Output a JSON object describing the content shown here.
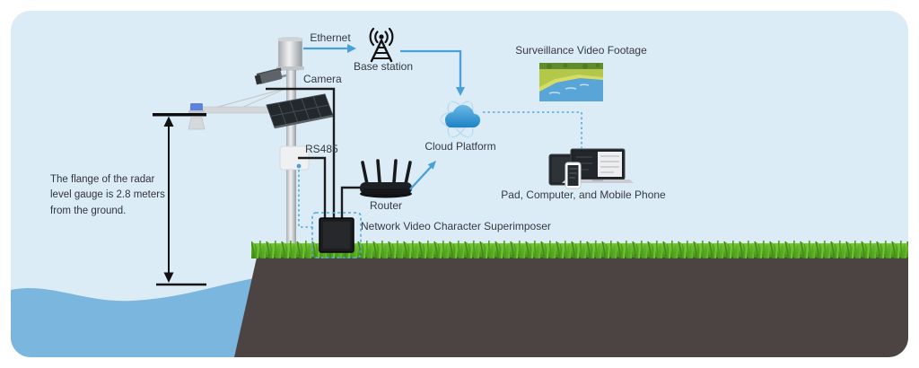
{
  "diagram": {
    "type": "system-architecture-illustration",
    "note": "The flange of the radar level gauge is 2.8 meters from the ground.",
    "labels": {
      "ethernet": "Ethernet",
      "base_station": "Base station",
      "camera": "Camera",
      "rs485": "RS485",
      "router": "Router",
      "cloud_platform": "Cloud Platform",
      "surveillance_video_footage": "Surveillance Video Footage",
      "devices": "Pad, Computer, and Mobile Phone",
      "superimposer": "Network Video Character Superimposer"
    },
    "icons": {
      "base_station": "radio-tower-icon",
      "cloud_platform": "cloud-network-icon",
      "router": "wifi-router-icon",
      "camera": "cctv-camera-icon",
      "solar_panel": "solar-panel-icon",
      "radar_level_gauge": "radar-gauge-icon",
      "superimposer": "black-box-device-icon",
      "devices": "laptop-tablet-phone-icon",
      "surveillance_thumbnail": "river-photo-thumbnail",
      "measurement": "double-arrow-measure"
    },
    "colors": {
      "sky": "#dcecf7",
      "water": "#7ab6de",
      "soil": "#4c4442",
      "grass_light": "#7cc636",
      "grass_dark": "#3e8c17",
      "arrow_blue": "#47a0da",
      "dashed_blue": "#55a8dd",
      "wire_black": "#1c1c1c",
      "text": "#333a41",
      "cloud_blue": "#1d82c6",
      "device_dark": "#1f2328"
    }
  }
}
